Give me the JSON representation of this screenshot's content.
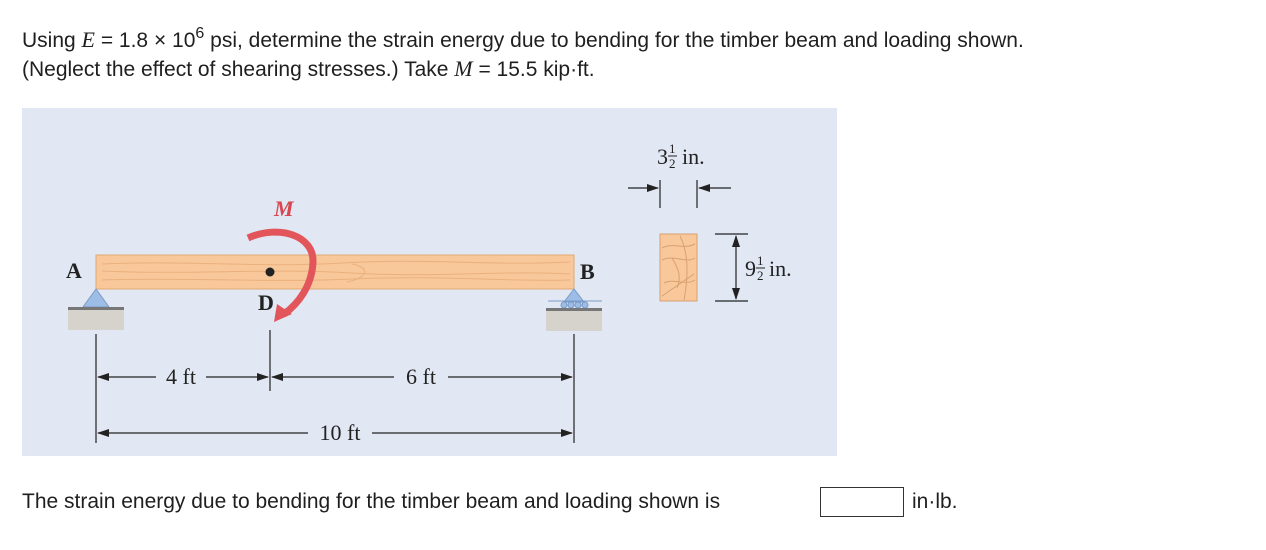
{
  "question": {
    "t1": "Using ",
    "e_sym": "E",
    "t2": " = 1.8 × 10",
    "exp": "6",
    "t3": " psi, determine the strain energy due to bending for the timber beam and loading shown.",
    "t4": "(Neglect the effect of shearing stresses.) Take ",
    "m_sym": "M",
    "t5": " = 15.5 kip·ft."
  },
  "figure": {
    "label_a": "A",
    "label_b": "B",
    "label_d": "D",
    "label_m": "M",
    "dim_4ft": "4 ft",
    "dim_6ft": "6 ft",
    "dim_10ft": "10 ft",
    "width_whole": "3",
    "width_num": "1",
    "width_den": "2",
    "width_unit": "in.",
    "height_whole": "9",
    "height_num": "1",
    "height_den": "2",
    "height_unit": "in.",
    "colors": {
      "panel": "#e1e7f3",
      "wood": "#f8c89a",
      "moment_arrow": "#e2555a",
      "support": "#9ebde6"
    }
  },
  "answer": {
    "prompt": "The strain energy due to bending for the timber beam and loading shown is",
    "value": "",
    "unit": "in·lb."
  }
}
